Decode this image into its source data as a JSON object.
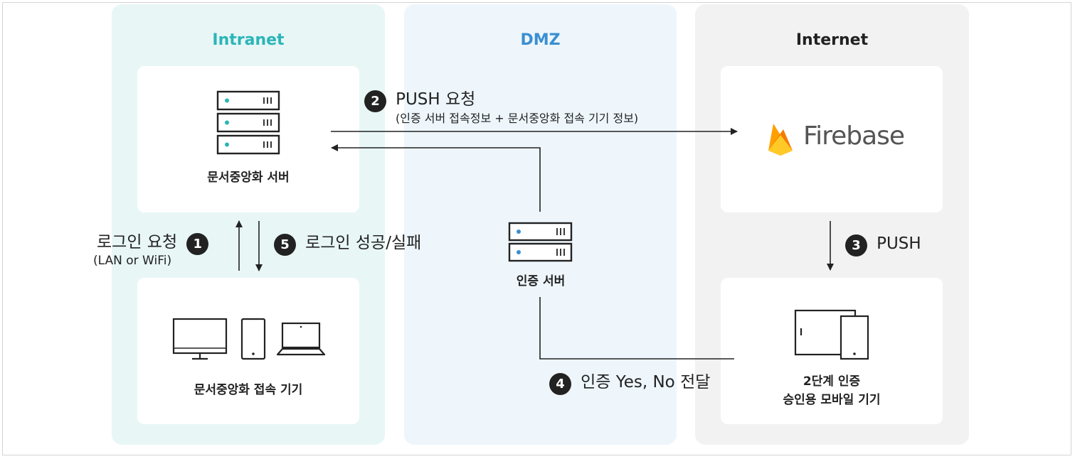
{
  "zones": {
    "intranet": {
      "title": "Intranet",
      "color": "#2bb5b8"
    },
    "dmz": {
      "title": "DMZ",
      "color": "#3a8fd0"
    },
    "internet": {
      "title": "Internet",
      "color": "#222222"
    }
  },
  "nodes": {
    "doc_server": {
      "label": "문서중앙화 서버",
      "icon": "server-rack-icon"
    },
    "access_devices": {
      "label": "문서중앙화 접속 기기",
      "icons": [
        "monitor-icon",
        "phone-icon",
        "laptop-icon"
      ]
    },
    "auth_server": {
      "label": "인증 서버",
      "icon": "server-rack-icon"
    },
    "firebase": {
      "label": "Firebase",
      "icon": "firebase-flame-icon"
    },
    "mobile_device": {
      "label_line1": "2단계 인증",
      "label_line2": "승인용 모바일 기기",
      "icon": "tablet-phone-icon"
    }
  },
  "steps": [
    {
      "num": "1",
      "text": "로그인 요청",
      "sub": "(LAN or WiFi)"
    },
    {
      "num": "2",
      "text": "PUSH 요청",
      "sub": "(인증 서버 접속정보 + 문서중앙화 접속 기기 정보)"
    },
    {
      "num": "3",
      "text": "PUSH"
    },
    {
      "num": "4",
      "text": "인증 Yes, No 전달"
    },
    {
      "num": "5",
      "text": "로그인 성공/실패"
    }
  ],
  "colors": {
    "accent_server_dot": "#2bb5b8",
    "firebase_orange": "#f5a623",
    "firebase_yellow": "#ffca28",
    "arrow": "#222222"
  }
}
